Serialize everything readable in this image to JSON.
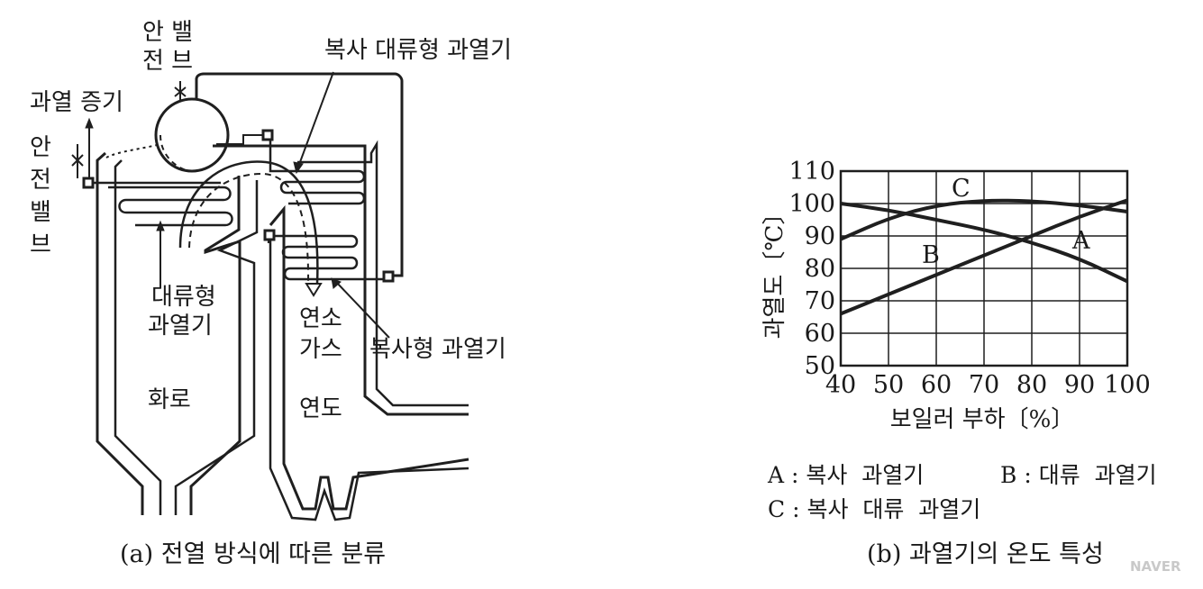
{
  "diagram": {
    "labels": {
      "safety_valve_top_1": "안 밸",
      "safety_valve_top_2": "전 브",
      "superheated_steam": "과열 증기",
      "safety_valve_side_1": "안",
      "safety_valve_side_2": "전",
      "safety_valve_side_3": "밸",
      "safety_valve_side_4": "브",
      "radiant_convective_superheater": "복사 대류형 과열기",
      "convective_superheater_1": "대류형",
      "convective_superheater_2": "과열기",
      "combustion_gas_1": "연소",
      "combustion_gas_2": "가스",
      "radiant_superheater": "복사형 과열기",
      "furnace": "화로",
      "flue": "연도"
    },
    "caption": "(a) 전열 방식에 따른 분류"
  },
  "chart_data": {
    "type": "line",
    "x": [
      40,
      50,
      60,
      70,
      80,
      90,
      100
    ],
    "x_ticks": [
      "40",
      "50",
      "60",
      "70",
      "80",
      "90",
      "100"
    ],
    "y_ticks": [
      "50",
      "60",
      "70",
      "80",
      "90",
      "100",
      "110"
    ],
    "xlim": [
      40,
      100
    ],
    "ylim": [
      50,
      110
    ],
    "xlabel": "보일러 부하〔%〕",
    "ylabel": "과열도〔℃〕",
    "grid": true,
    "series": [
      {
        "name": "A",
        "values": [
          100,
          98,
          95,
          92,
          88,
          83,
          76
        ]
      },
      {
        "name": "B",
        "values": [
          66,
          72,
          78,
          84,
          90,
          96,
          101
        ]
      },
      {
        "name": "C",
        "values": [
          89,
          95.5,
          99.5,
          101,
          100.8,
          99.5,
          97.5
        ]
      }
    ],
    "legend": {
      "a": "A : 복사  과열기",
      "b": "B : 대류  과열기",
      "c": "C : 복사  대류  과열기"
    },
    "caption": "(b) 과열기의 온도 특성"
  },
  "watermark": "NAVER"
}
